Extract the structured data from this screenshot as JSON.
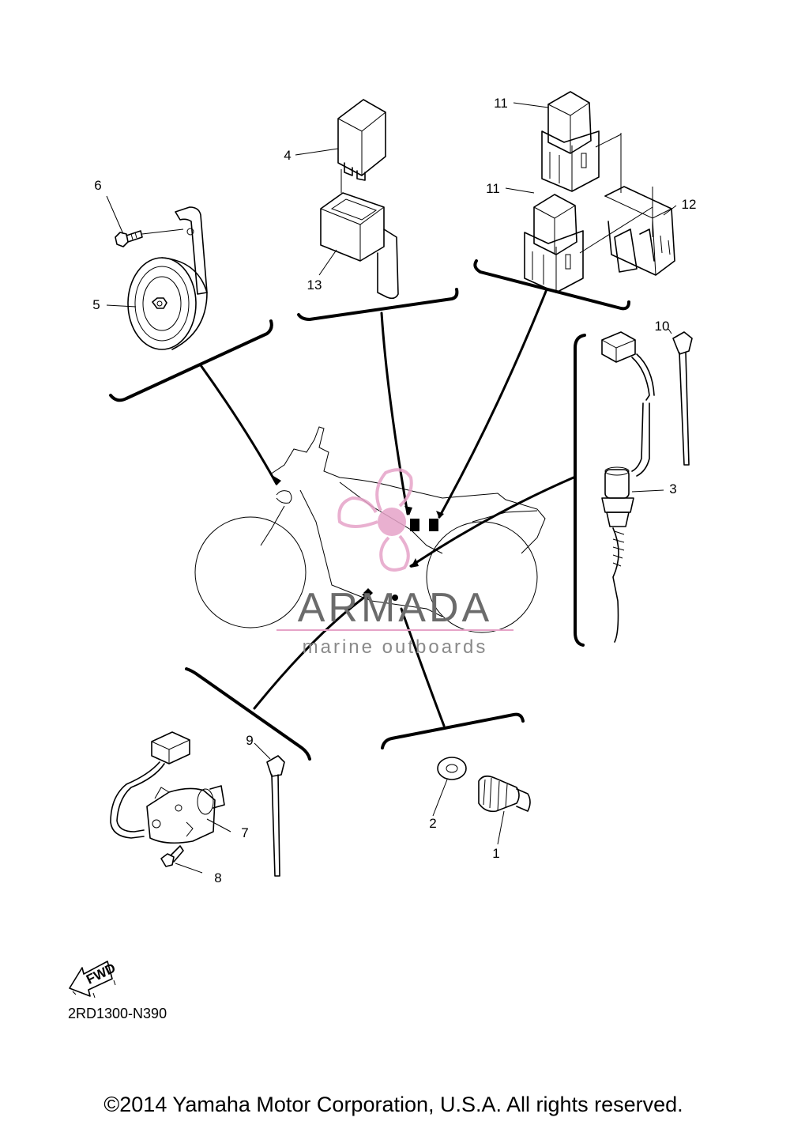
{
  "diagram": {
    "callouts": {
      "n1": "1",
      "n2": "2",
      "n3": "3",
      "n4": "4",
      "n5": "5",
      "n6": "6",
      "n7": "7",
      "n8": "8",
      "n9": "9",
      "n10": "10",
      "n11a": "11",
      "n11b": "11",
      "n12": "12",
      "n13": "13"
    },
    "fwd_label": "FWD",
    "diagram_code": "2RD1300-N390",
    "copyright": "©2014 Yamaha Motor Corporation, U.S.A. All rights reserved."
  },
  "watermark": {
    "title": "ARMADA",
    "subtitle": "marine outboards",
    "logo_color": "#e6a3c8",
    "text_color": "#6b6b6b"
  }
}
